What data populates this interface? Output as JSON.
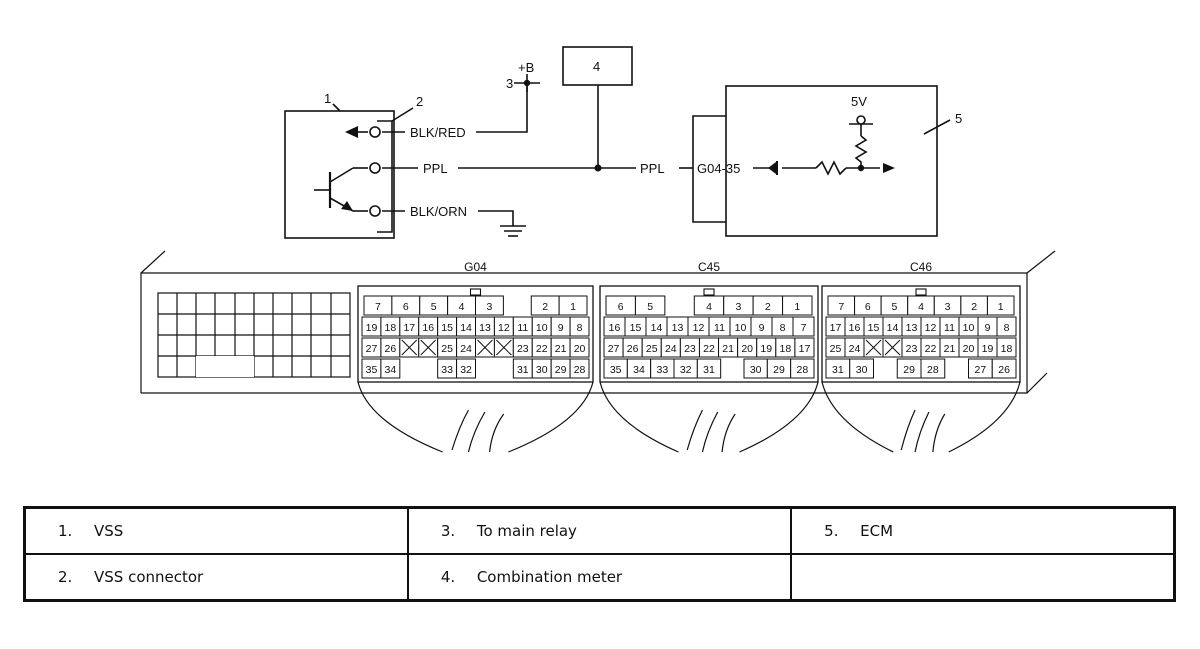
{
  "diagram": {
    "labels": {
      "vss_num": "1",
      "connector_num": "2",
      "relay_num": "3",
      "relay_supply": "+B",
      "meter_num": "4",
      "ecm_num": "5",
      "reference_voltage": "5V",
      "wire_blk_red": "BLK/RED",
      "wire_ppl_left": "PPL",
      "wire_ppl_right": "PPL",
      "wire_blk_orn": "BLK/ORN",
      "terminal_id": "G04-35"
    },
    "connectors": [
      {
        "name": "G04",
        "rows": [
          [
            "7",
            "6",
            "5",
            "4",
            "3",
            "",
            "2",
            "1"
          ],
          [
            "19",
            "18",
            "17",
            "16",
            "15",
            "14",
            "13",
            "12",
            "11",
            "10",
            "9",
            "8"
          ],
          [
            "27",
            "26",
            "X",
            "X",
            "25",
            "24",
            "X",
            "X",
            "23",
            "22",
            "21",
            "20"
          ],
          [
            "35",
            "34",
            "",
            "",
            "33",
            "32",
            "",
            "",
            "31",
            "30",
            "29",
            "28"
          ]
        ]
      },
      {
        "name": "C45",
        "rows": [
          [
            "6",
            "5",
            "",
            "4",
            "3",
            "2",
            "1"
          ],
          [
            "16",
            "15",
            "14",
            "13",
            "12",
            "11",
            "10",
            "9",
            "8",
            "7"
          ],
          [
            "27",
            "26",
            "25",
            "24",
            "23",
            "22",
            "21",
            "20",
            "19",
            "18",
            "17"
          ],
          [
            "35",
            "34",
            "33",
            "32",
            "31",
            "",
            "30",
            "29",
            "28"
          ]
        ]
      },
      {
        "name": "C46",
        "rows": [
          [
            "7",
            "6",
            "5",
            "4",
            "3",
            "2",
            "1"
          ],
          [
            "17",
            "16",
            "15",
            "14",
            "13",
            "12",
            "11",
            "10",
            "9",
            "8"
          ],
          [
            "25",
            "24",
            "X",
            "X",
            "23",
            "22",
            "21",
            "20",
            "19",
            "18"
          ],
          [
            "31",
            "30",
            "",
            "29",
            "28",
            "",
            "27",
            "26"
          ]
        ]
      }
    ]
  },
  "legend": [
    [
      {
        "num": "1.",
        "text": "VSS"
      },
      {
        "num": "3.",
        "text": "To main relay"
      },
      {
        "num": "5.",
        "text": "ECM"
      }
    ],
    [
      {
        "num": "2.",
        "text": "VSS connector"
      },
      {
        "num": "4.",
        "text": "Combination meter"
      },
      {
        "num": "",
        "text": ""
      }
    ]
  ]
}
